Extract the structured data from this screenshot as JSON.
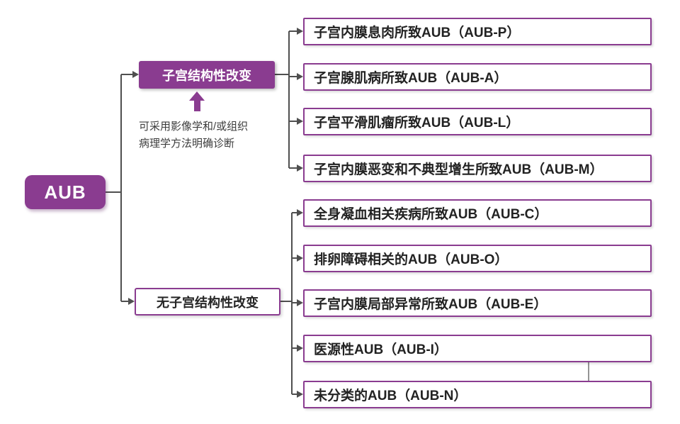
{
  "root": {
    "label": "AUB"
  },
  "branches": {
    "structural": {
      "label": "子宫结构性改变"
    },
    "nonstructural": {
      "label": "无子宫结构性改变"
    }
  },
  "note": {
    "text": "可采用影像学和/或组织病理学方法明确诊断",
    "line1": "可采用影像学和/或组织",
    "line2": "病理学方法明确诊断"
  },
  "leaves": [
    {
      "code": "AUB-P",
      "label": "子宫内膜息肉所致AUB（AUB-P）"
    },
    {
      "code": "AUB-A",
      "label": "子宫腺肌病所致AUB（AUB-A）"
    },
    {
      "code": "AUB-L",
      "label": "子宫平滑肌瘤所致AUB（AUB-L）"
    },
    {
      "code": "AUB-M",
      "label": "子宫内膜恶变和不典型增生所致AUB（AUB-M）"
    },
    {
      "code": "AUB-C",
      "label": "全身凝血相关疾病所致AUB（AUB-C）"
    },
    {
      "code": "AUB-O",
      "label": "排卵障碍相关的AUB（AUB-O）"
    },
    {
      "code": "AUB-E",
      "label": "子宫内膜局部异常所致AUB（AUB-E）"
    },
    {
      "code": "AUB-I",
      "label": "医源性AUB（AUB-I）"
    },
    {
      "code": "AUB-N",
      "label": "未分类的AUB（AUB-N）"
    }
  ],
  "colors": {
    "purple": "#8a3c90",
    "leaf_text": "#222222",
    "line": "#4f4f4f",
    "background": "#ffffff"
  }
}
